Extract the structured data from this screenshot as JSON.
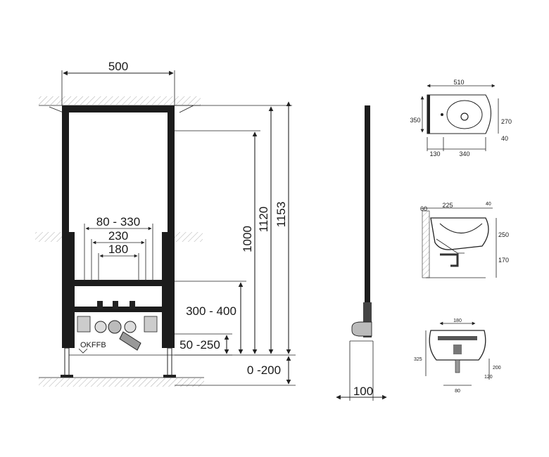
{
  "frame_dims": {
    "width": "500",
    "height_1000": "1000",
    "height_1120": "1120",
    "height_1153": "1153",
    "connection_range": "80 - 330",
    "connection_230": "230",
    "connection_180": "180",
    "inlet_height": "300 - 400",
    "outlet_height": "50 -250",
    "leg_adjust": "0 -200",
    "floor_label": "OKFFB"
  },
  "side_view": {
    "depth": "100"
  },
  "top_view": {
    "width": "510",
    "depth": "350",
    "d270": "270",
    "d40": "40",
    "d130": "130",
    "d340": "340"
  },
  "section_view": {
    "d60": "60",
    "d225": "225",
    "d40": "40",
    "d250": "250",
    "d170": "170"
  },
  "front_view": {
    "d180": "180",
    "d325": "325",
    "d200": "200",
    "d120": "120",
    "d80": "80"
  }
}
